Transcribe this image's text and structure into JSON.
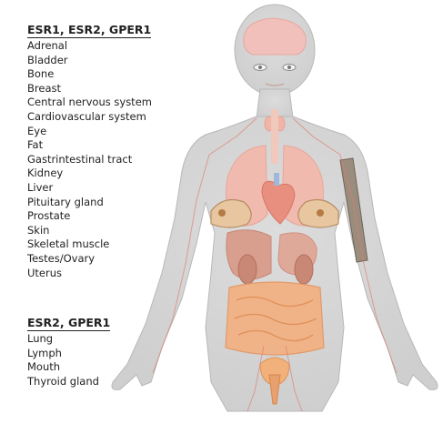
{
  "groups": [
    {
      "title": "ESR1, ESR2, GPER1",
      "items": [
        "Adrenal",
        "Bladder",
        "Bone",
        "Breast",
        "Central nervous system",
        "Cardiovascular system",
        "Eye",
        "Fat",
        "Gastrintestinal tract",
        "Kidney",
        "Liver",
        "Pituitary gland",
        "Prostate",
        "Skin",
        "Skeletal muscle",
        "Testes/Ovary",
        "Uterus"
      ]
    },
    {
      "title": "ESR2, GPER1",
      "items": [
        "Lung",
        "Lymph",
        "Mouth",
        "Thyroid gland"
      ]
    }
  ],
  "colors": {
    "body_fill": "#d9d9d9",
    "body_outline": "#bdbdbd",
    "organ_pink": "#f4b6a6",
    "organ_orange": "#f2a36c",
    "organ_brown": "#b78f77",
    "vessel_red": "#e07a6a",
    "bone_dark": "#8a7f74"
  },
  "icons": [
    "human-body-illustration",
    "brain-icon",
    "eyes-icon",
    "thyroid-icon",
    "lungs-icon",
    "heart-icon",
    "breasts-icon",
    "liver-icon",
    "stomach-icon",
    "kidneys-icon",
    "intestines-icon",
    "bladder-icon",
    "uterus-icon",
    "arm-bone-icon",
    "lymph-vessels-icon"
  ]
}
